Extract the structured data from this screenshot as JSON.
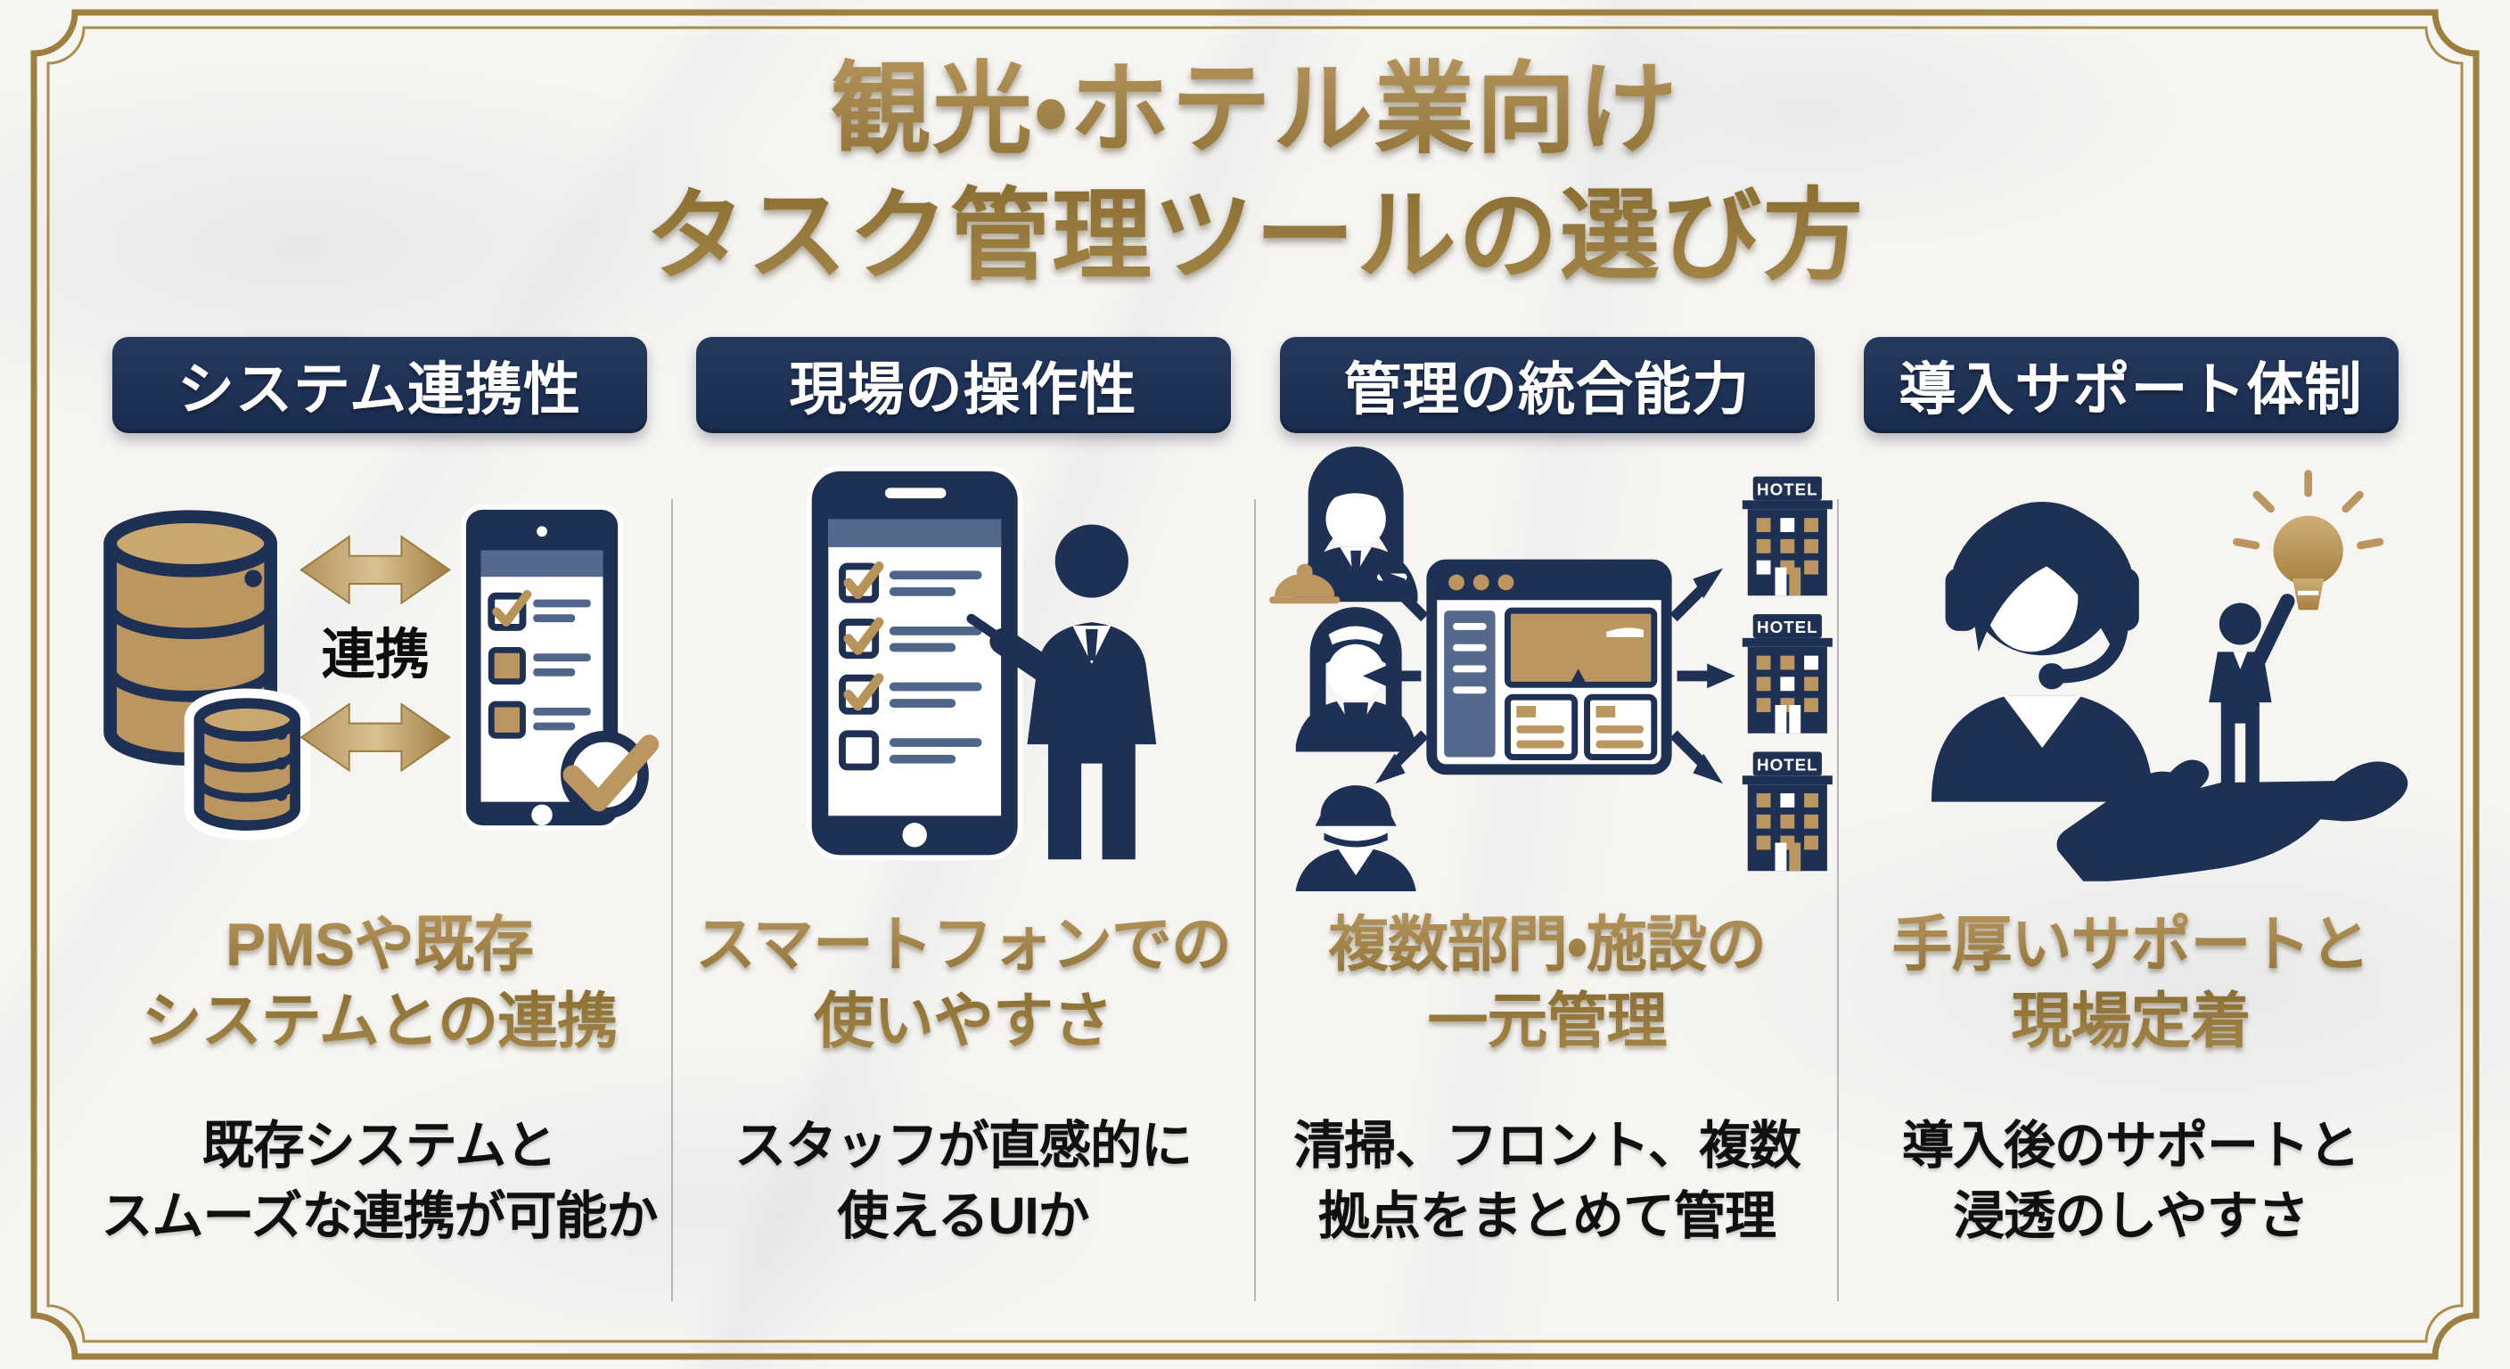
{
  "title": {
    "line1": "観光・ホテル業向け",
    "line2": "タスク管理ツールの選び方"
  },
  "colors": {
    "navy": "#1e3054",
    "slate": "#54698d",
    "gold": "#b8935a",
    "gold_text": "#8f7236",
    "frame_gold": "#a0823f",
    "divider_grey": "#b3b5b9",
    "text_black": "#101010",
    "badge_text": "#ffffff"
  },
  "columns": [
    {
      "id": "system-integration",
      "header": "システム連携性",
      "icon": "database-tablet-sync-icon",
      "icon_text": "連携",
      "subtitle": [
        "PMSや既存",
        "システムとの連携"
      ],
      "description": [
        "既存システムと",
        "スムーズな連携が可能か"
      ]
    },
    {
      "id": "field-usability",
      "header": "現場の操作性",
      "icon": "smartphone-checklist-person-icon",
      "subtitle": [
        "スマートフォンでの",
        "使いやすさ"
      ],
      "description": [
        "スタッフが直感的に",
        "使えるUIか"
      ]
    },
    {
      "id": "management-integration",
      "header": "管理の統合能力",
      "icon": "dashboard-staff-hotels-icon",
      "icon_text": "HOTEL",
      "subtitle": [
        "複数部門・施設の",
        "一元管理"
      ],
      "description": [
        "清掃、フロント、複数",
        "拠点をまとめて管理"
      ]
    },
    {
      "id": "support-structure",
      "header": "導入サポート体制",
      "icon": "support-agent-hand-idea-icon",
      "subtitle": [
        "手厚いサポートと",
        "現場定着"
      ],
      "description": [
        "導入後のサポートと",
        "浸透のしやすさ"
      ]
    }
  ]
}
